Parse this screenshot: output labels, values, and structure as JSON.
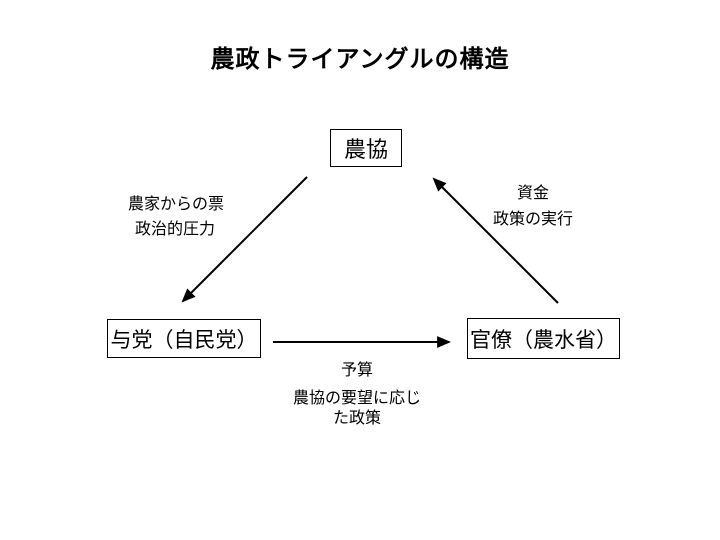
{
  "title": "農政トライアングルの構造",
  "nodes": {
    "nokyo": {
      "label": "農協"
    },
    "yoto": {
      "label": "与党（自民党）"
    },
    "kanryo": {
      "label": "官僚（農水省）"
    }
  },
  "edges": [
    {
      "id": "nokyo-to-yoto",
      "from": "nokyo",
      "to": "yoto",
      "labels": {
        "line1": "農家からの票",
        "line2": "政治的圧力"
      }
    },
    {
      "id": "kanryo-to-nokyo",
      "from": "kanryo",
      "to": "nokyo",
      "labels": {
        "line1": "資金",
        "line2": "政策の実行"
      }
    },
    {
      "id": "yoto-to-kanryo",
      "from": "yoto",
      "to": "kanryo",
      "labels": {
        "line1": "予算",
        "line2": "農協の要望に応じ\nた政策"
      }
    }
  ],
  "colors": {
    "background": "#ffffff",
    "line": "#000000",
    "text": "#000000"
  }
}
